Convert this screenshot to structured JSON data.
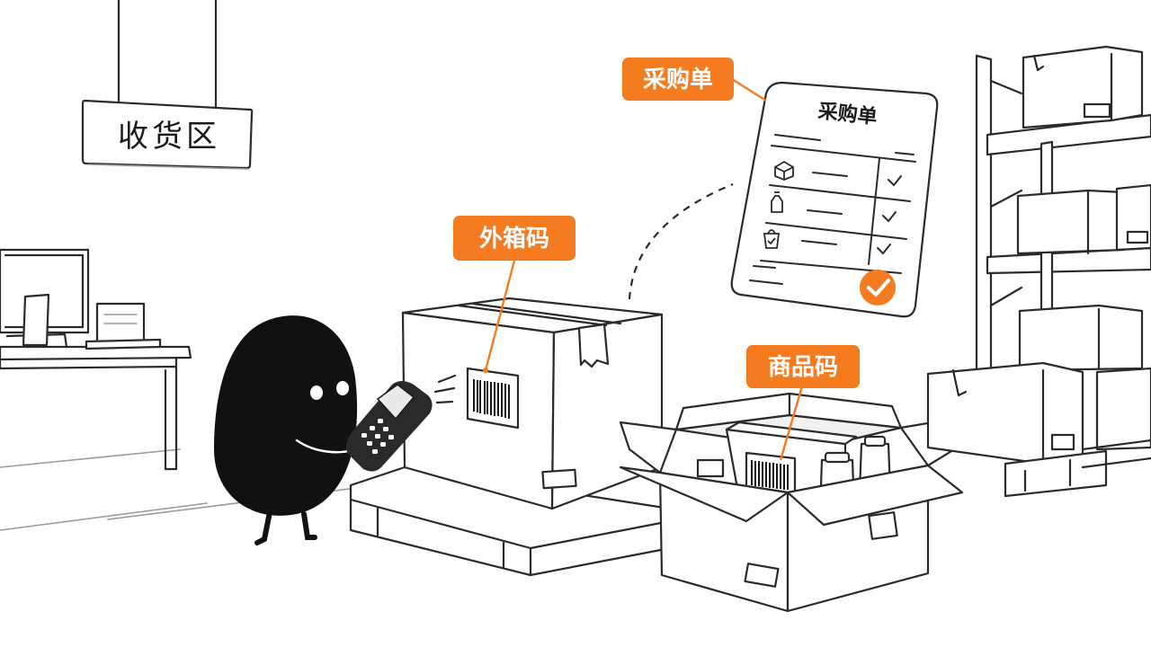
{
  "sign": {
    "label": "收货区"
  },
  "callouts": {
    "carton_code": "外箱码",
    "purchase_order": "采购单",
    "product_code": "商品码"
  },
  "purchase_order_doc": {
    "title": "采购单"
  },
  "colors": {
    "accent": "#f47b20",
    "ink": "#111111",
    "line": "#2a2a2a",
    "floor": "#f3f3f3"
  }
}
